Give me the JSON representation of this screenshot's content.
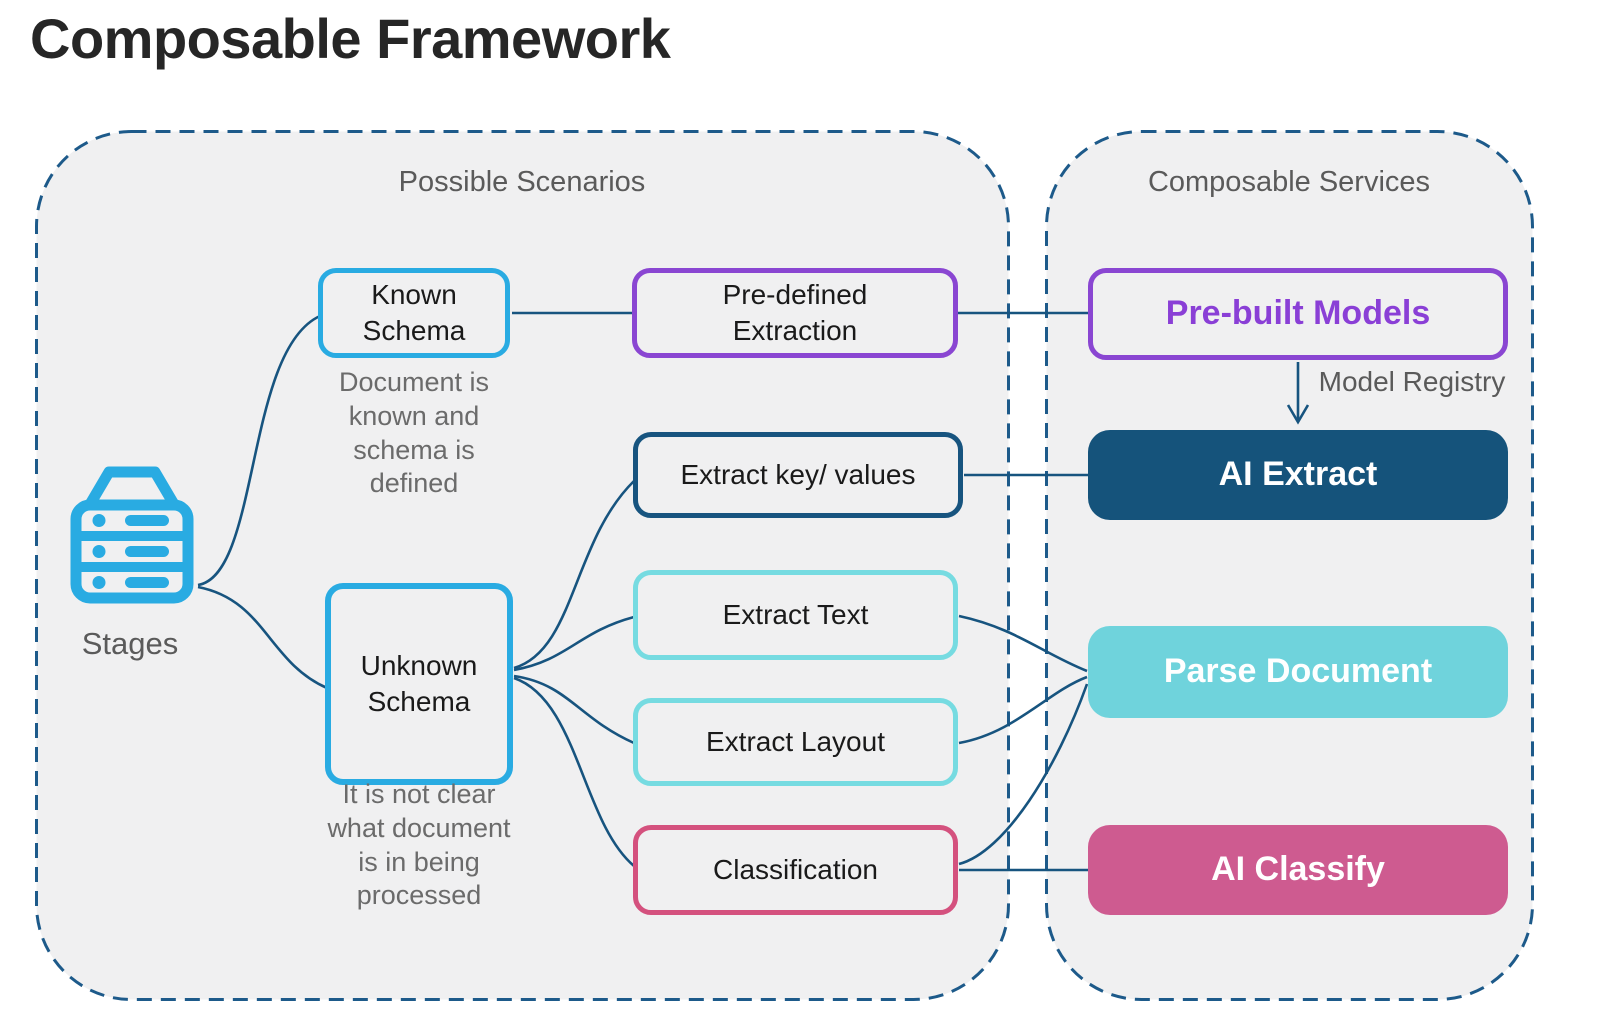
{
  "title": "Composable Framework",
  "panels": {
    "scenarios": {
      "label": "Possible Scenarios"
    },
    "services": {
      "label": "Composable Services"
    }
  },
  "stages": {
    "label": "Stages",
    "icon": "server-stack-icon"
  },
  "nodes": {
    "known_schema": {
      "label": "Known\nSchema",
      "note": "Document is\nknown and\nschema is\ndefined",
      "border_color": "#29abe2"
    },
    "predefined_extraction": {
      "label": "Pre-defined\nExtraction",
      "border_color": "#8a46d2"
    },
    "prebuilt_models": {
      "label": "Pre-built Models",
      "border_color": "#8a46d2",
      "text_color": "#8a3fd6"
    },
    "ai_extract": {
      "label": "AI Extract",
      "fill_color": "#15537b",
      "text_color": "#ffffff"
    },
    "extract_key_values": {
      "label": "Extract key/ values",
      "border_color": "#17547f"
    },
    "extract_text": {
      "label": "Extract Text",
      "border_color": "#76dbe1"
    },
    "extract_layout": {
      "label": "Extract Layout",
      "border_color": "#76dbe1"
    },
    "parse_document": {
      "label": "Parse Document",
      "fill_color": "#6fd3dc",
      "text_color": "#ffffff"
    },
    "unknown_schema": {
      "label": "Unknown\nSchema",
      "note": "It is not clear\nwhat document\nis in being\nprocessed",
      "border_color": "#29abe2"
    },
    "classification": {
      "label": "Classification",
      "border_color": "#d4517e"
    },
    "ai_classify": {
      "label": "AI Classify",
      "fill_color": "#ce5b90",
      "text_color": "#ffffff"
    }
  },
  "annotations": {
    "model_registry": "Model Registry"
  },
  "icons": {
    "stages": "server-stack-icon",
    "registry_arrow": "arrow-down-icon"
  },
  "colors": {
    "connector": "#17547f",
    "panel_border": "#1d5a8a",
    "panel_fill": "#f0f0f1",
    "heading_gray": "#5a5a5a",
    "note_gray": "#6b6b6b",
    "title_dark": "#262626",
    "cyan_accent": "#29abe2"
  }
}
